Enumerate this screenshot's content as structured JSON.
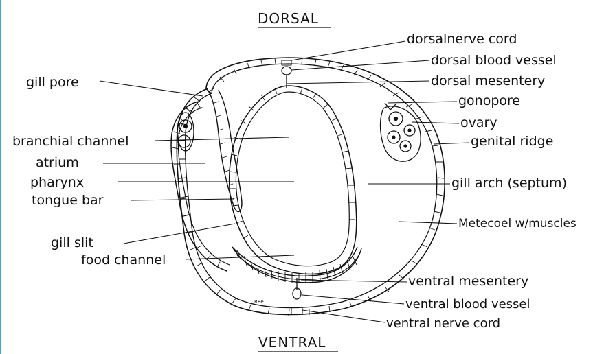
{
  "colors": {
    "ink": "#111111",
    "left_edge": "#3aa6e6",
    "background": "#ffffff"
  },
  "orientation": {
    "top": "DORSAL",
    "bottom": "VENTRAL"
  },
  "labels_right": {
    "dorsal_nerve_cord": "dorsalnerve cord",
    "dorsal_blood_vessel": "dorsal blood vessel",
    "dorsal_mesentery": "dorsal mesentery",
    "gonopore": "gonopore",
    "ovary": "ovary",
    "genital_ridge": "genital ridge",
    "gill_arch": "gill arch (septum)",
    "metacoel": "Metecoel w/muscles",
    "ventral_mesentery": "ventral mesentery",
    "ventral_blood_vessel": "ventral blood vessel",
    "ventral_nerve_cord": "ventral nerve cord"
  },
  "labels_left": {
    "gill_pore": "gill pore",
    "branchial_channel": "branchial channel",
    "atrium": "atrium",
    "pharynx": "pharynx",
    "tongue_bar": "tongue bar",
    "gill_slit": "gill slit",
    "food_channel": "food channel"
  },
  "signature": "RRe"
}
